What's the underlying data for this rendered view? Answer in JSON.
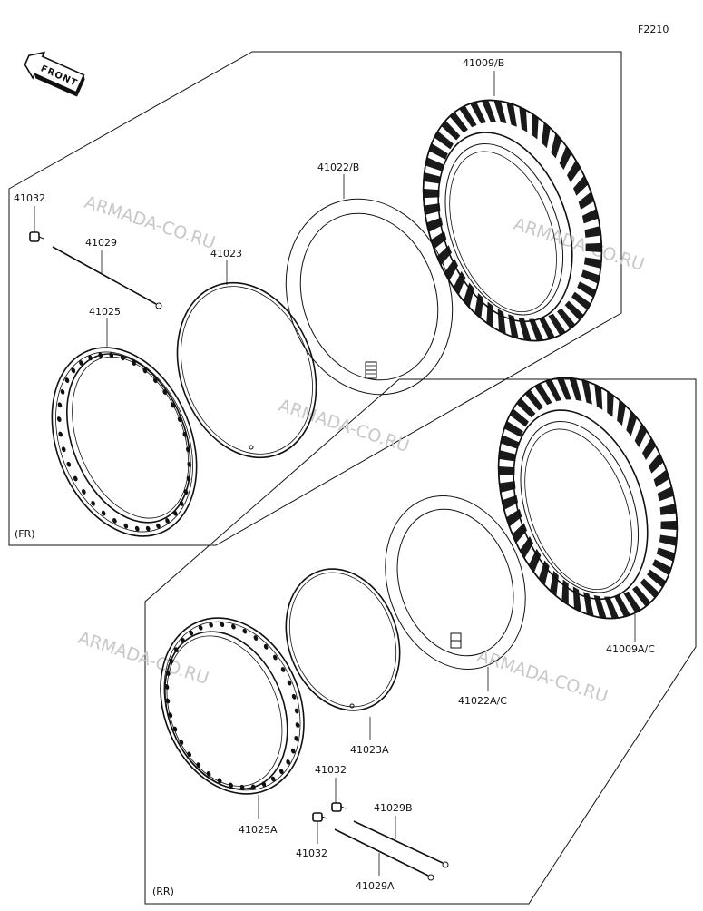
{
  "diagram": {
    "code": "F2210",
    "direction_badge": "FRONT",
    "watermark": "ARMADA-CO.RU",
    "front_section": {
      "label": "(FR)",
      "parts": {
        "valve": "41032",
        "spoke": "41029",
        "rim": "41025",
        "rim_band": "41023",
        "tube": "41022/B",
        "tire": "41009/B"
      }
    },
    "rear_section": {
      "label": "(RR)",
      "parts": {
        "tire": "41009A/C",
        "tube": "41022A/C",
        "rim_band": "41023A",
        "rim": "41025A",
        "valve_top": "41032",
        "valve_bottom": "41032",
        "spoke_b": "41029B",
        "spoke_a": "41029A"
      }
    }
  }
}
